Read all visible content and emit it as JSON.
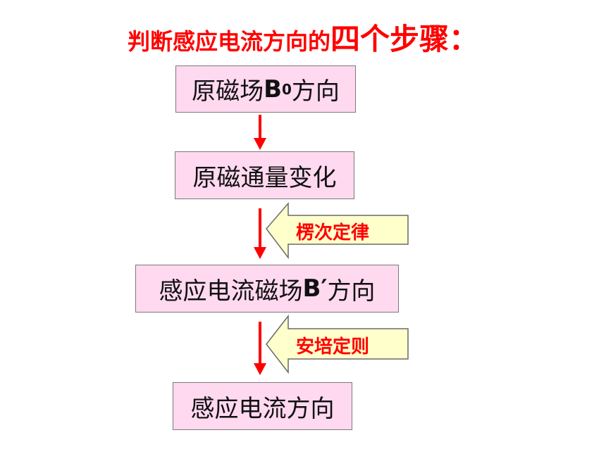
{
  "title": {
    "prefix": "判断感应电流方向的",
    "emphasis": "四个步骤：",
    "color": "#ff0000"
  },
  "steps": [
    {
      "pre": "原磁场",
      "bold": "B",
      "sub": "0",
      "post": "方向"
    },
    {
      "text": "原磁通量变化"
    },
    {
      "pre": "感应电流磁场",
      "bold": "B′",
      "post": "方向"
    },
    {
      "text": "感应电流方向"
    }
  ],
  "callouts": [
    {
      "label": "楞次定律"
    },
    {
      "label": "安培定则"
    }
  ],
  "colors": {
    "box_fill": "#ffd9f0",
    "callout_fill": "#ffffcc",
    "arrow": "#ff0000"
  }
}
